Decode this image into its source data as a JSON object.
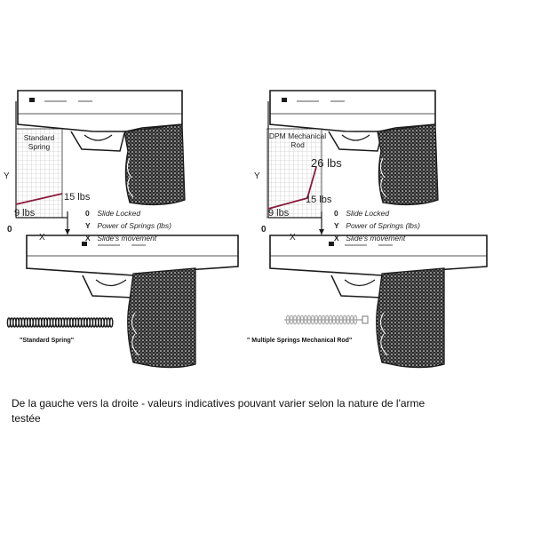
{
  "panels": [
    {
      "graph_title": "Standard\nSpring",
      "axis_y_label": "Y",
      "axis_x_label": "X",
      "origin_label": "0",
      "values": [
        "9 lbs",
        "15 lbs"
      ],
      "legend": [
        {
          "key": "0",
          "text": "Slide Locked"
        },
        {
          "key": "Y",
          "text": "Power of Springs (lbs)"
        },
        {
          "key": "X",
          "text": "Slide's movement"
        }
      ],
      "spring_caption": "\"Standard Spring\""
    },
    {
      "graph_title": "DPM Mechanical\nRod",
      "axis_y_label": "Y",
      "axis_x_label": "X",
      "origin_label": "0",
      "values": [
        "9 lbs",
        "15 lbs",
        "26 lbs"
      ],
      "legend": [
        {
          "key": "0",
          "text": "Slide Locked"
        },
        {
          "key": "Y",
          "text": "Power of Springs (lbs)"
        },
        {
          "key": "X",
          "text": "Slide's movement"
        }
      ],
      "spring_caption": "\" Multiple Springs Mechanical Rod\""
    }
  ],
  "colors": {
    "curve": "#8b1a3c",
    "ink": "#1a1a1a",
    "grid": "#b8b8b8"
  },
  "caption": "De la gauche vers la droite - valeurs indicatives pouvant varier selon la nature de l'arme\ntestée"
}
